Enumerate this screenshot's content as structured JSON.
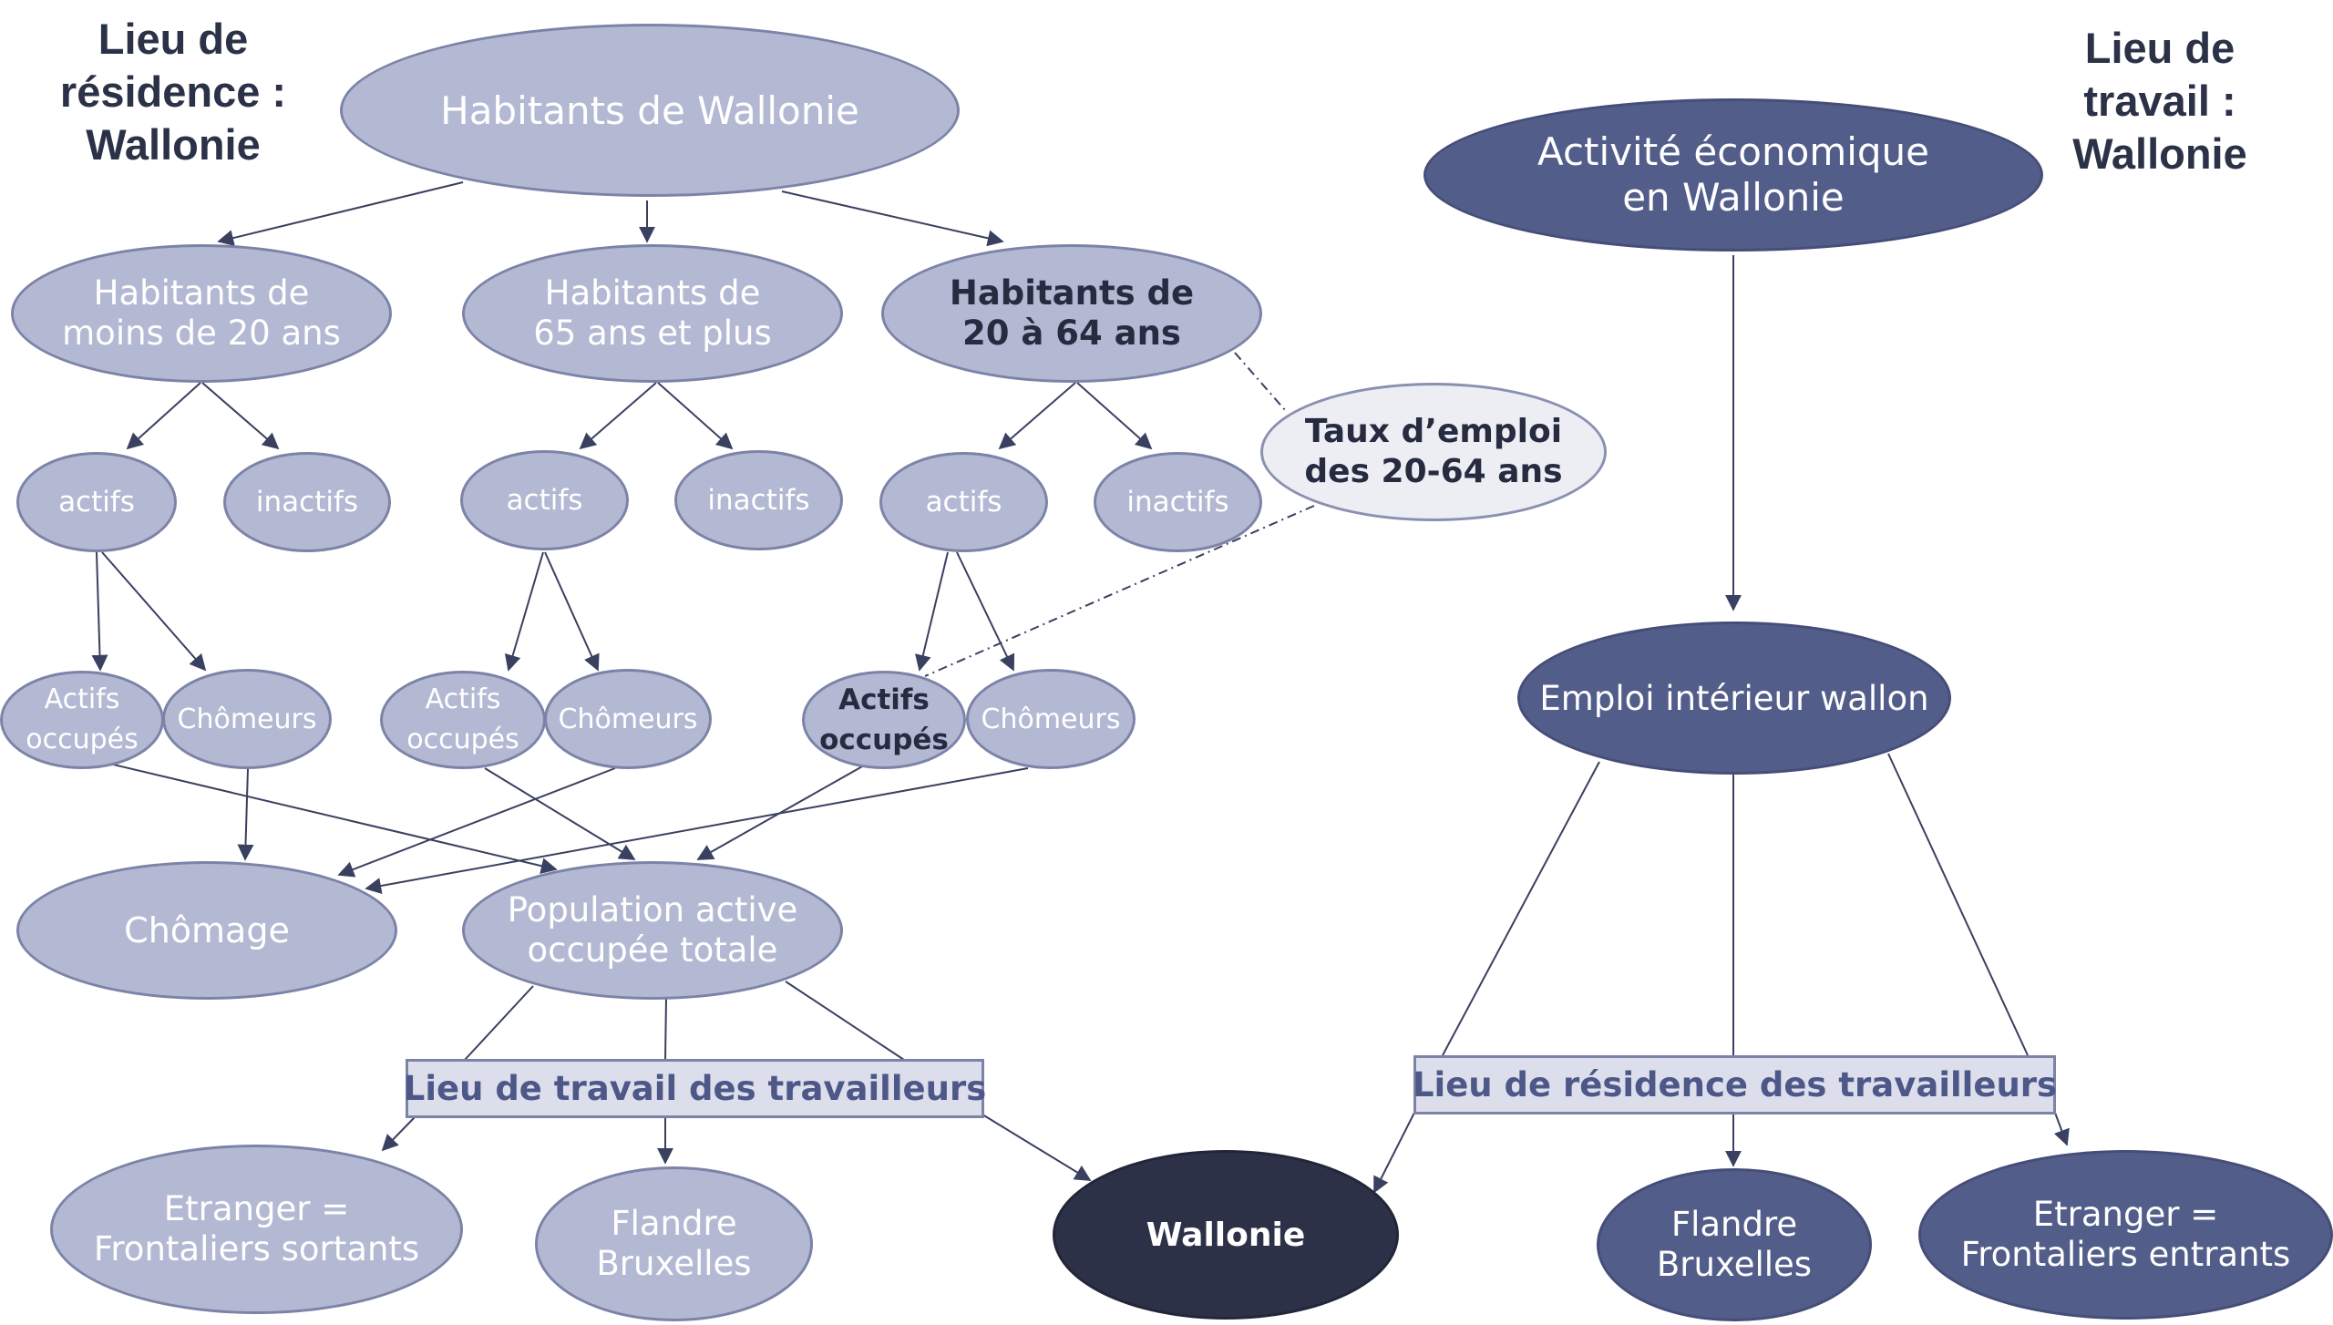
{
  "headers": {
    "residence": "Lieu de\nrésidence :\nWallonie",
    "travail": "Lieu de\ntravail :\nWallonie"
  },
  "nodes": {
    "habitants_wallonie": "Habitants de Wallonie",
    "moins_20": "Habitants de\nmoins de 20 ans",
    "plus_65": "Habitants de\n65 ans et plus",
    "de_20_64": "Habitants de\n20 à 64 ans",
    "taux_emploi": "Taux d’emploi\ndes 20-64 ans",
    "actifs_1": "actifs",
    "inactifs_1": "inactifs",
    "actifs_2": "actifs",
    "inactifs_2": "inactifs",
    "actifs_3": "actifs",
    "inactifs_3": "inactifs",
    "actifs_occupes_1": "Actifs\noccupés",
    "chomeurs_1": "Chômeurs",
    "actifs_occupes_2": "Actifs\noccupés",
    "chomeurs_2": "Chômeurs",
    "actifs_occupes_3": "Actifs\noccupés",
    "chomeurs_3": "Chômeurs",
    "chomage": "Chômage",
    "population_active": "Population active\noccupée totale",
    "etranger_sortants": "Etranger =\nFrontaliers sortants",
    "flandre_bruxelles_left": "Flandre\nBruxelles",
    "wallonie": "Wallonie",
    "activite_economique": "Activité économique\nen Wallonie",
    "emploi_interieur": "Emploi intérieur wallon",
    "flandre_bruxelles_right": "Flandre\nBruxelles",
    "etranger_entrants": "Etranger =\nFrontaliers entrants"
  },
  "boxes": {
    "lieu_travail": "Lieu de travail des travailleurs",
    "lieu_residence": "Lieu de résidence des travailleurs"
  },
  "colors": {
    "light_fill": "#b4b9d3",
    "mid_fill": "#535d8a",
    "dark_fill": "#2c3147",
    "pale_fill": "#eceef4",
    "box_fill": "#dcdfeb",
    "line": "#3a4060"
  }
}
